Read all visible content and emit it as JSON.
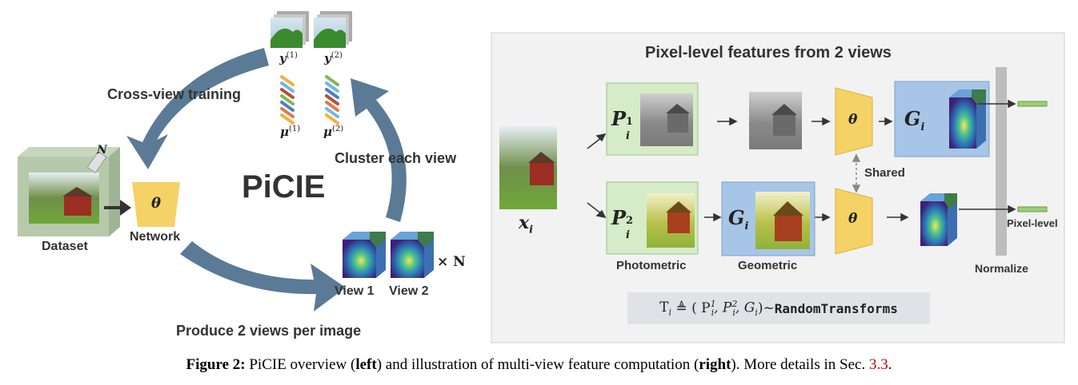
{
  "left": {
    "title": "PiCIE",
    "cross_view": "Cross-view training",
    "cluster_each": "Cluster each view",
    "produce_views": "Produce 2 views per image",
    "dataset": "Dataset",
    "network": "Network",
    "theta": "θ",
    "n_label": "N",
    "times_n": "× N",
    "view1": "View 1",
    "view2": "View 2",
    "y1": "y",
    "y1_sup": "(1)",
    "y2": "y",
    "y2_sup": "(2)",
    "mu1": "μ",
    "mu1_sup": "(1)",
    "mu2": "μ",
    "mu2_sup": "(2)"
  },
  "right": {
    "title": "Pixel-level features from 2 views",
    "x_label": "x",
    "x_sub": "i",
    "p1_main": "P",
    "p1_sup": "1",
    "p1_sub": "i",
    "p2_main": "P",
    "p2_sup": "2",
    "p2_sub": "i",
    "g_main": "G",
    "g_sub": "i",
    "theta": "θ",
    "shared": "Shared",
    "photometric": "Photometric",
    "geometric": "Geometric",
    "normalize": "Normalize",
    "pixel_level": "Pixel-level",
    "formula_lhs": "T",
    "formula_sub": "i",
    "formula_mid": " ≜ ( P",
    "formula_end": ")~",
    "formula_rt": "RandomTransforms"
  },
  "caption": {
    "figure": "Figure 2:",
    "text1": " PiCIE overview (",
    "left_word": "left",
    "text2": ") and illustration of multi-view feature computation (",
    "right_word": "right",
    "text3": "). More details in Sec. ",
    "ref": "3.3",
    "text4": "."
  },
  "colors": {
    "arrow": "#5a7a96",
    "theta_fill": "#f5d266",
    "green_box": "#d6ebc8",
    "blue_box": "#a7c5e6",
    "panel_bg": "#f2f2f2",
    "normalize_bar": "#bdbdbd"
  }
}
